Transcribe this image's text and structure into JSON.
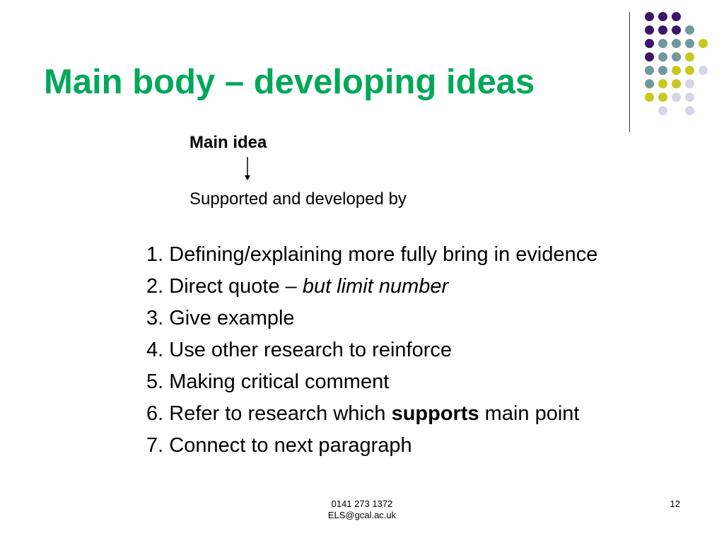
{
  "slide": {
    "title": "Main body – developing ideas",
    "main_idea": "Main idea",
    "supported_by": "Supported and developed by",
    "list": [
      {
        "num": "1.",
        "text": "Defining/explaining more fully bring in evidence"
      },
      {
        "num": "2.",
        "text": "Direct quote – ",
        "italic": "but limit number"
      },
      {
        "num": "3.",
        "text": "Give example"
      },
      {
        "num": "4.",
        "text": "Use other research to reinforce"
      },
      {
        "num": "5.",
        "text": "Making critical comment"
      },
      {
        "num": "6.",
        "text": "Refer to research which ",
        "bold": "supports",
        "after": " main point"
      },
      {
        "num": "7.",
        "text": "Connect to next paragraph"
      }
    ],
    "footer_phone": "0141 273 1372",
    "footer_email": "ELS@gcal.ac.uk",
    "page_number": "12"
  },
  "colors": {
    "title": "#00a859",
    "purple": "#3d1566",
    "teal": "#6e9a9c",
    "yellow": "#c8c91f",
    "lavender": "#d6d5e8"
  }
}
